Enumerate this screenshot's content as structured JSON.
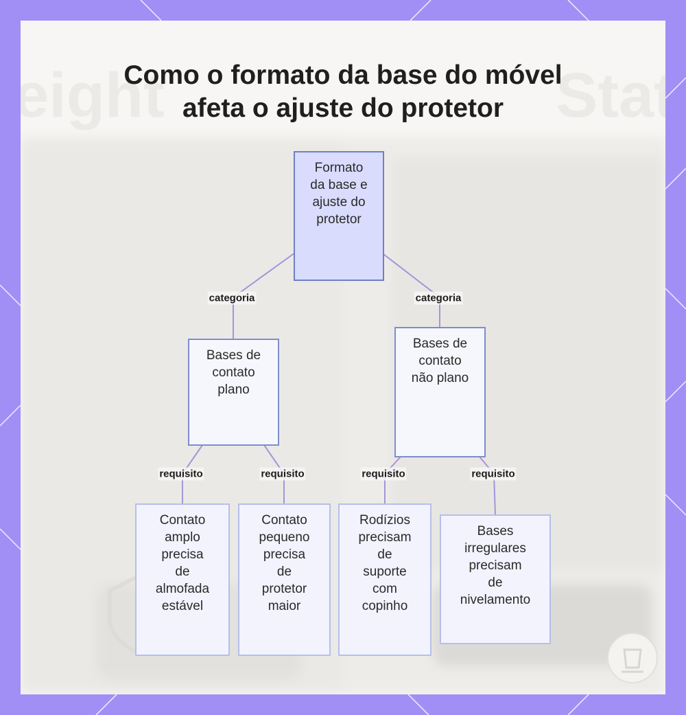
{
  "title": {
    "line1": "Como o formato da base do móvel",
    "line2": "afeta o ajuste do protetor"
  },
  "diagram": {
    "root": {
      "label": "Formato\nda base e\najuste do\nprotetor"
    },
    "edges": [
      {
        "label": "categoria"
      },
      {
        "label": "categoria"
      },
      {
        "label": "requisito"
      },
      {
        "label": "requisito"
      },
      {
        "label": "requisito"
      },
      {
        "label": "requisito"
      }
    ],
    "categories": [
      {
        "label": "Bases de\ncontato\nplano"
      },
      {
        "label": "Bases de\ncontato\nnão plano"
      }
    ],
    "requirements": [
      {
        "label": "Contato\namplo\nprecisa\nde\nalmofada\nestável"
      },
      {
        "label": "Contato\npequeno\nprecisa\nde\nprotetor\nmaior"
      },
      {
        "label": "Rodízios\nprecisam\nde\nsuporte\ncom\ncopinho"
      },
      {
        "label": "Bases\nirregulares\nprecisam\nde\nnivelamento"
      }
    ]
  },
  "colors": {
    "frame": "#a28ff5",
    "connector": "#a594d8",
    "root_fill": "#d9dcfc",
    "node_border": "#7e8ccc"
  },
  "icons": [
    "shield-watermark-icon",
    "cup-logo-icon"
  ]
}
